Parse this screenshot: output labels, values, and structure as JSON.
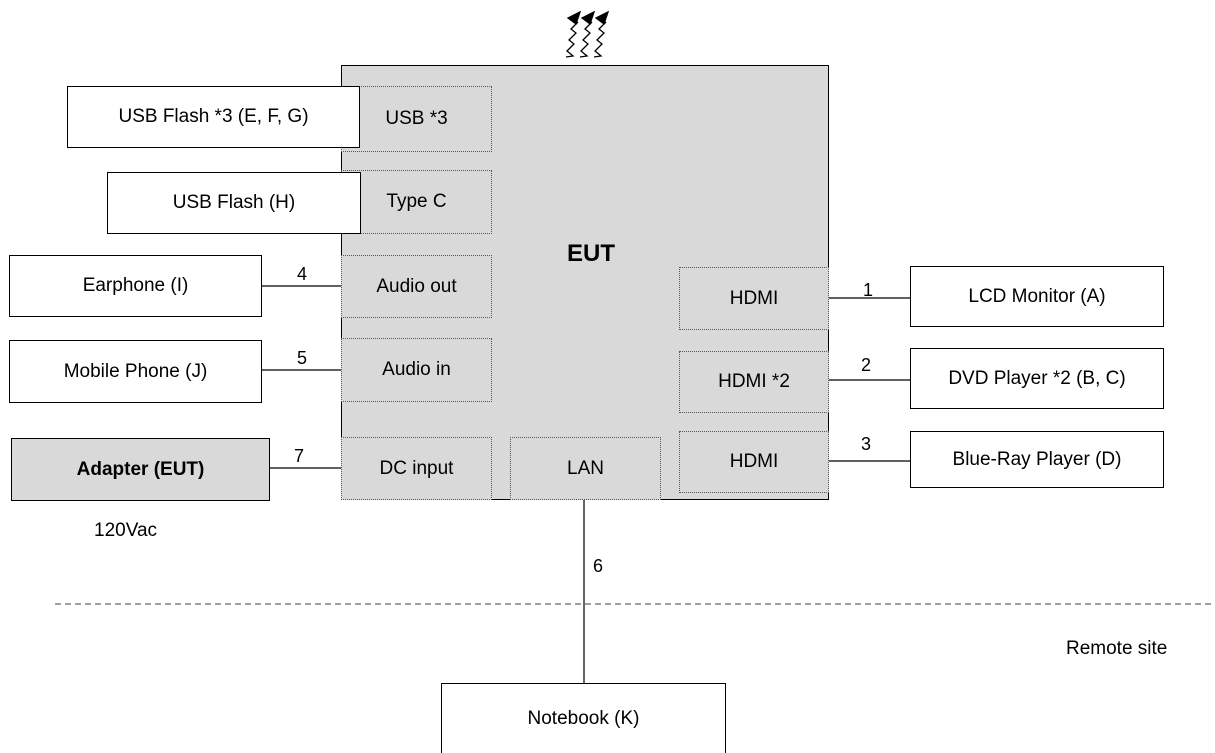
{
  "colors": {
    "eut_fill": "#d9d9d9",
    "line": "#000000",
    "divider": "#666666"
  },
  "heat_icon": "heat-dissipation-arrows",
  "eut": {
    "title": "EUT"
  },
  "ports": {
    "usb3": "USB *3",
    "type_c": "Type C",
    "audio_out": "Audio out",
    "audio_in": "Audio in",
    "dc_input": "DC input",
    "lan": "LAN",
    "hdmi_1": "HDMI",
    "hdmi_2": "HDMI *2",
    "hdmi_3": "HDMI"
  },
  "devices": {
    "usb_flash_efg": "USB Flash *3 (E, F, G)",
    "usb_flash_h": "USB Flash (H)",
    "earphone": "Earphone (I)",
    "mobile_phone": "Mobile Phone (J)",
    "adapter": "Adapter (EUT)",
    "lcd_monitor": "LCD Monitor (A)",
    "dvd_player": "DVD Player *2 (B, C)",
    "blue_ray_player": "Blue-Ray Player (D)",
    "notebook": "Notebook (K)"
  },
  "cables": {
    "c1": "1",
    "c2": "2",
    "c3": "3",
    "c4": "4",
    "c5": "5",
    "c6": "6",
    "c7": "7"
  },
  "labels": {
    "voltage": "120Vac",
    "remote_site": "Remote site"
  }
}
